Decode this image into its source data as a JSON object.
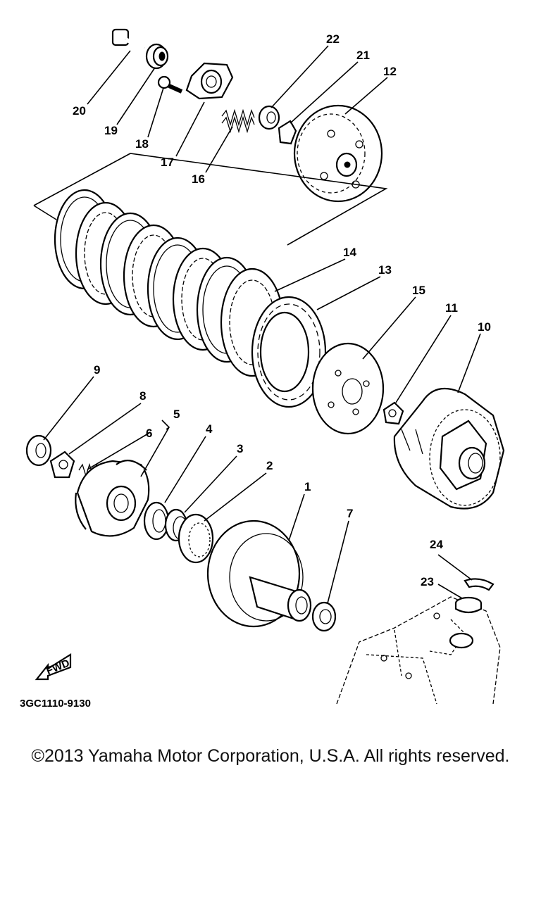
{
  "callouts": [
    "1",
    "2",
    "3",
    "4",
    "5",
    "6",
    "7",
    "8",
    "9",
    "10",
    "11",
    "12",
    "13",
    "14",
    "15",
    "16",
    "17",
    "18",
    "19",
    "20",
    "21",
    "22",
    "23",
    "24"
  ],
  "diagram_code": "3GC1110-9130",
  "fwd_label": "FWD",
  "copyright": "©2013 Yamaha Motor Corporation, U.S.A. All rights reserved."
}
